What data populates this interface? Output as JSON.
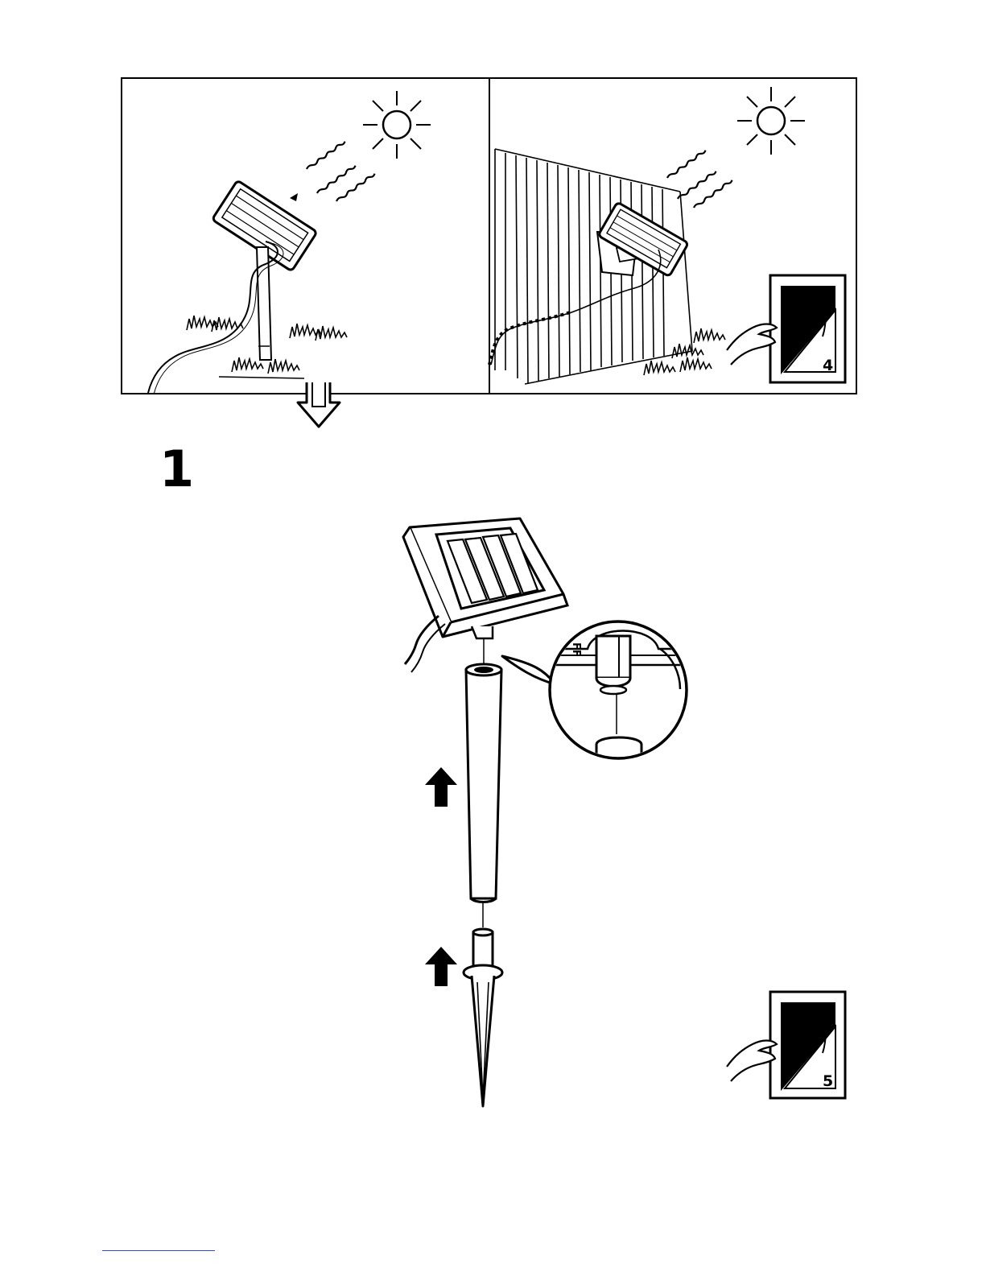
{
  "step": {
    "number": "1"
  },
  "page_refs": {
    "top_panel": "4",
    "bottom": "5"
  },
  "colors": {
    "ink": "#000000",
    "paper": "#ffffff",
    "link": "#2a4fd6"
  },
  "icons": [
    "sun-icon",
    "down-arrow-icon",
    "up-arrow-icon",
    "page-turn-icon",
    "magnifier-icon"
  ]
}
